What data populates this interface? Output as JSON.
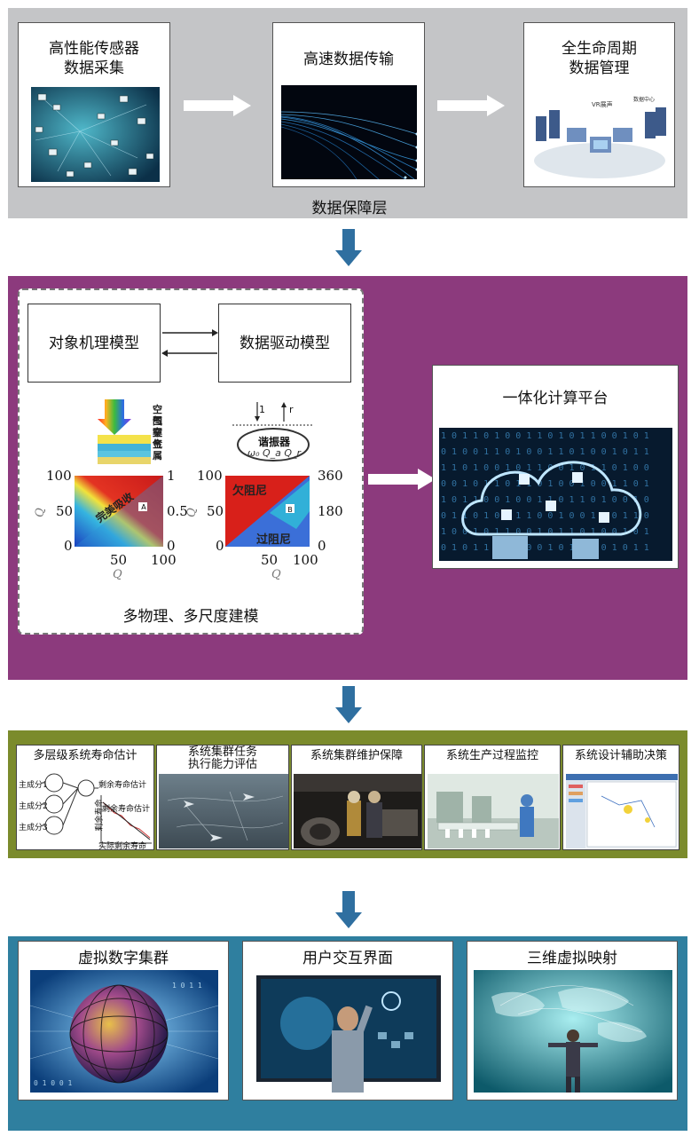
{
  "data_layer": {
    "cards": [
      {
        "title": "高性能传感器\n数据采集",
        "image_icon": "sensor-network-image"
      },
      {
        "title": "高速数据传输",
        "image_icon": "fiber-optic-image"
      },
      {
        "title": "全生命周期\n数据管理",
        "image_icon": "data-center-image"
      }
    ],
    "label": "数据保障层"
  },
  "modeling": {
    "mechanism_model": "对象机理模型",
    "data_driven_model": "数据驱动模型",
    "caption": "多物理、多尺度建模",
    "left_plot": {
      "layers": [
        "空气",
        "图案",
        "空气",
        "金属"
      ],
      "region_label": "完美吸收",
      "marker": "A",
      "y_ticks": [
        "100",
        "50",
        "0"
      ],
      "right_ticks": [
        "1",
        "0.5",
        "0"
      ],
      "x_ticks": [
        "50",
        "100"
      ],
      "x_label": "Q",
      "y_label": "Q"
    },
    "right_plot": {
      "resonator_label": "谐振器",
      "params": "ω₀ Q_a Q_r",
      "region_top": "欠阻尼",
      "region_bottom": "过阻尼",
      "marker": "B",
      "y_ticks": [
        "100",
        "50",
        "0"
      ],
      "right_ticks": [
        "360",
        "180",
        "0"
      ],
      "x_ticks": [
        "50",
        "100"
      ],
      "x_label": "Q",
      "y_label": "Q"
    },
    "platform": {
      "title": "一体化计算平台",
      "image_icon": "cloud-computing-image"
    }
  },
  "applications": [
    {
      "title": "多层级系统寿命估计",
      "diagram": {
        "inputs": [
          "主成分1",
          "主成分2",
          "主成分3"
        ],
        "output": "剩余寿命估计",
        "curve_label": "剩余寿命估计",
        "axis_label": "剩余寿命",
        "actual_label": "实际剩余寿命"
      }
    },
    {
      "title": "系统集群任务\n执行能力评估",
      "image_icon": "aircraft-cluster-image"
    },
    {
      "title": "系统集群维护保障",
      "image_icon": "maintenance-image"
    },
    {
      "title": "系统生产过程监控",
      "image_icon": "factory-image"
    },
    {
      "title": "系统设计辅助决策",
      "image_icon": "software-screen-image"
    }
  ],
  "digital_layer": [
    {
      "title": "虚拟数字集群",
      "image_icon": "digital-globe-image"
    },
    {
      "title": "用户交互界面",
      "image_icon": "touch-screen-image"
    },
    {
      "title": "三维虚拟映射",
      "image_icon": "virtual-map-image"
    }
  ],
  "colors": {
    "layer1_bg": "#c4c5c7",
    "layer2_bg": "#8c3a7d",
    "layer3_bg": "#7b8b2c",
    "layer4_bg": "#2f7f9f",
    "down_arrow": "#2f6fa0"
  }
}
